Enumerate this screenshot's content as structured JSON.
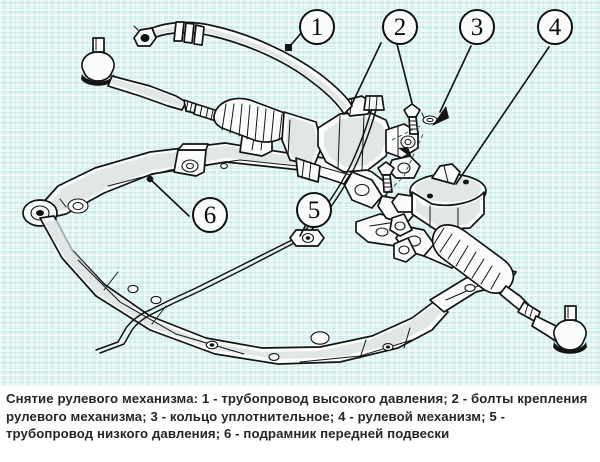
{
  "figure": {
    "title": "Снятие рулевого механизма",
    "background_color": "#c9ebe9",
    "line_color": "#101010",
    "fill_color": "#fbfdfd"
  },
  "callouts": [
    {
      "id": "1",
      "label": "1",
      "refers_to": "трубопровод высокого давления"
    },
    {
      "id": "2",
      "label": "2",
      "refers_to": "болты крепления рулевого механизма"
    },
    {
      "id": "3",
      "label": "3",
      "refers_to": "кольцо уплотнительное"
    },
    {
      "id": "4",
      "label": "4",
      "refers_to": "рулевой механизм"
    },
    {
      "id": "5",
      "label": "5",
      "refers_to": "трубопровод низкого давления"
    },
    {
      "id": "6",
      "label": "6",
      "refers_to": "подрамник передней подвески"
    }
  ],
  "caption": {
    "text": "Снятие рулевого механизма: 1 - трубопровод высокого давления; 2 - болты крепления рулевого механизма; 3 - кольцо уплотнительное; 4 - рулевой механизм; 5 - трубопровод низкого давления; 6 - подрамник передней подвески"
  }
}
